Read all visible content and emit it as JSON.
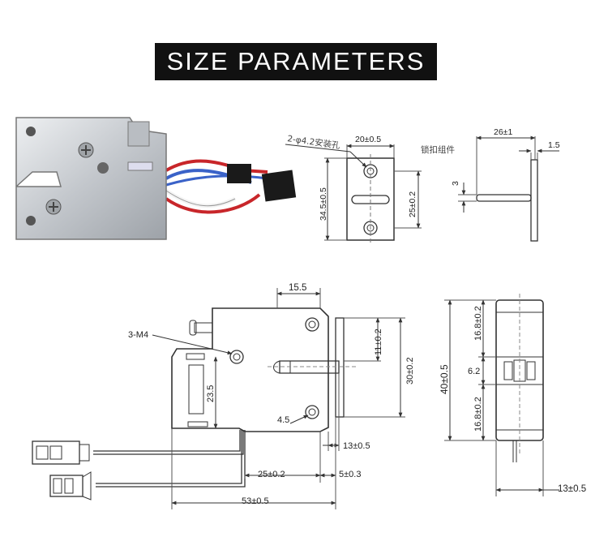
{
  "title": "SIZE PARAMETERS",
  "plate_view": {
    "hole_label": "2-φ4.2安装孔",
    "width": "20±0.5",
    "height": "34.5±0.5",
    "hole_spacing": "25±0.2"
  },
  "hook_view": {
    "name": "锁扣组件",
    "length": "26±1",
    "thickness": "1.5",
    "pin": "3"
  },
  "front_view": {
    "top_width": "15.5",
    "screw_label": "3-M4",
    "height_left": "23.5",
    "offset": "4.5",
    "tongue_width": "11±0.2",
    "bracket_height": "30±0.2",
    "tongue_length": "13±0.5",
    "width_25": "25±0.2",
    "offset_5": "5±0.3",
    "total_width": "53±0.5"
  },
  "side_view": {
    "total_height": "40±0.5",
    "upper": "16.8±0.2",
    "middle": "6.2",
    "lower": "16.8±0.2",
    "depth": "13±0.5"
  },
  "colors": {
    "title_bg": "#111111",
    "metal": "#c9ccd0",
    "wire_red": "#c8262a",
    "wire_blue": "#3a62c8",
    "connector": "#1a1a1a"
  }
}
